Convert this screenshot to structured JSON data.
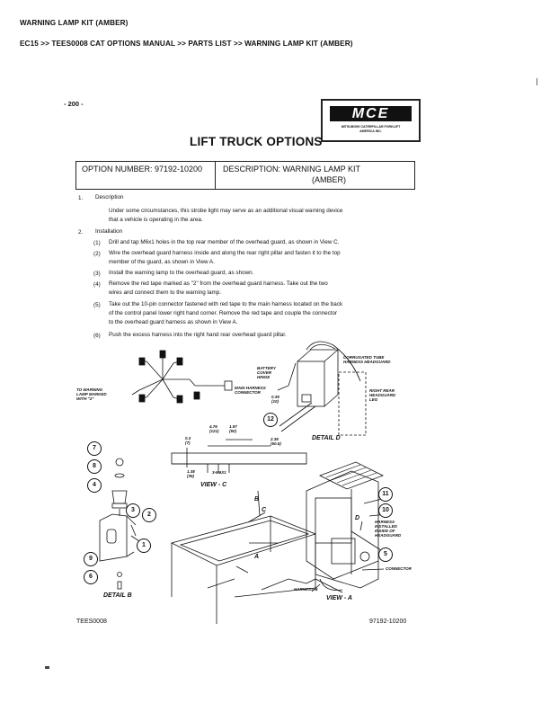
{
  "header": {
    "title": "WARNING LAMP KIT (AMBER)",
    "breadcrumb": "EC15 >> TEES0008 CAT OPTIONS MANUAL >> PARTS LIST >> WARNING LAMP KIT (AMBER)"
  },
  "doc": {
    "page_number": "- 200 -",
    "logo_mark": "MCE",
    "logo_sub1": "MITSUBISHI CATERPILLAR FORKLIFT",
    "logo_sub2": "AMERICA INC.",
    "title": "LIFT TRUCK OPTIONS",
    "option_number": "OPTION NUMBER: 97192-10200",
    "description_line1": "DESCRIPTION: WARNING LAMP KIT",
    "description_line2": "(AMBER)",
    "sections": [
      {
        "num": "1.",
        "title": "Description",
        "text": [
          "Under some circumstances, this strobe light may serve as an additional visual warning device",
          "that a vehicle is operating in the area."
        ]
      },
      {
        "num": "2.",
        "title": "Installation"
      }
    ],
    "steps": [
      {
        "num": "(1)",
        "lines": [
          "Drill and tap M6x1 holes in the top rear member of the overhead guard, as shown in View C."
        ]
      },
      {
        "num": "(2)",
        "lines": [
          "Wire the overhead guard harness inside and along the rear right pillar and fasten it to the top",
          "member of the guard, as shown in View A."
        ]
      },
      {
        "num": "(3)",
        "lines": [
          "Install the warning lamp to the overhead guard, as shown."
        ]
      },
      {
        "num": "(4)",
        "lines": [
          "Remove the red tape marked as \"2\" from the overhead guard harness.  Take out the two",
          "wires and connect them to the warning lamp."
        ]
      },
      {
        "num": "(5)",
        "lines": [
          "Take out the 10-pin connector fastened with red tape to the main harness located on the back",
          "of the control panel lower right hand corner.  Remove the red tape and couple the connector",
          "to the overhead guard harness as shown in View A."
        ]
      },
      {
        "num": "(6)",
        "lines": [
          "Push the excess harness into the right hand rear overhead guard pillar."
        ]
      }
    ],
    "diagram": {
      "to_warning_1": "TO WARNING",
      "to_warning_2": "LAMP MARKED",
      "to_warning_3": "WITH \"2\"",
      "main_harness_1": "MAIN HARNESS",
      "main_harness_2": "CONNECTOR",
      "battery_1": "BATTERY",
      "battery_2": "COVER",
      "battery_3": "HINGE",
      "dim_d1": "0.39",
      "dim_d2": "(10)",
      "corrugated_1": "CORRUGATED TUBE",
      "corrugated_2": "HARNESS HEADGUARD",
      "right_rear_1": "RIGHT REAR",
      "right_rear_2": "HEADGUARD",
      "right_rear_3": "LEG",
      "detail_d": "DETAIL D",
      "dim_c1a": "4.76",
      "dim_c1b": "(121)",
      "dim_c2a": "1.97",
      "dim_c2b": "(50)",
      "dim_c3a": "0.3",
      "dim_c3b": "(7)",
      "dim_c4a": "2.38",
      "dim_c4b": "(60.5)",
      "dim_c5a": "1.38",
      "dim_c5b": "(35)",
      "m6": "3-M6X1",
      "view_c": "VIEW - C",
      "harness_inst_1": "HARNESS",
      "harness_inst_2": "INSTALLED",
      "harness_inst_3": "INSIDE OF",
      "harness_inst_4": "HEADGUARD",
      "connector": "CONNECTOR",
      "harness_b": "HARNESS B",
      "view_a": "VIEW - A",
      "detail_b": "DETAIL B",
      "letter_a": "A",
      "letter_b": "B",
      "letter_c": "C",
      "letter_d": "D",
      "callouts": [
        "7",
        "8",
        "4",
        "3",
        "2",
        "1",
        "9",
        "6",
        "12",
        "11",
        "10",
        "5"
      ]
    },
    "footer_left": "TEES0008",
    "footer_right": "97192-10200"
  }
}
